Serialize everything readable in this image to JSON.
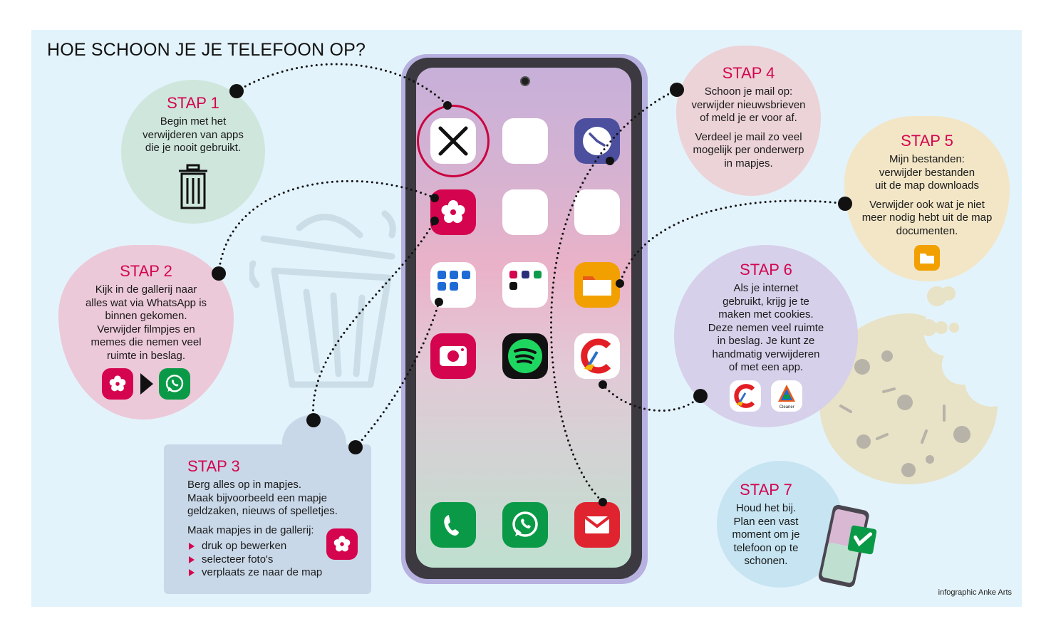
{
  "title": "HOE SCHOON JE JE TELEFOON OP?",
  "credit": "infographic Anke Arts",
  "colors": {
    "accent": "#d4044e",
    "background": "#e3f3fb",
    "step1": "#cfe6dc",
    "step2": "#ecc9d8",
    "step3": "#c9d8e8",
    "step4": "#ecd3d8",
    "step5": "#f2e6c6",
    "step6": "#d6d0ea",
    "step7": "#c6e4f2"
  },
  "steps": {
    "s1": {
      "label": "STAP 1",
      "lines": [
        "Begin met het",
        "verwijderen van apps",
        "die je nooit gebruikt."
      ],
      "icon": "trash-can-icon"
    },
    "s2": {
      "label": "STAP 2",
      "lines": [
        "Kijk in de gallerij naar",
        "alles wat via WhatsApp is",
        "binnen gekomen.",
        "Verwijder filmpjes en",
        "memes die nemen veel",
        "ruimte in beslag."
      ],
      "icons": [
        "gallery-icon",
        "arrow-right-icon",
        "whatsapp-icon"
      ]
    },
    "s3": {
      "label": "STAP 3",
      "lines": [
        "Berg alles op in mapjes.",
        "Maak bijvoorbeeld een mapje",
        "geldzaken, nieuws of spelletjes."
      ],
      "sub": "Maak mapjes in de gallerij:",
      "list": [
        "druk op bewerken",
        "selecteer foto's",
        "verplaats ze naar de map"
      ],
      "icon": "gallery-icon"
    },
    "s4": {
      "label": "STAP 4",
      "lines": [
        "Schoon je mail op:",
        "verwijder nieuwsbrieven",
        "of meld je er voor af."
      ],
      "lines2": [
        "Verdeel je mail zo veel",
        "mogelijk per onderwerp",
        "in mapjes."
      ]
    },
    "s5": {
      "label": "STAP 5",
      "lines": [
        "Mijn bestanden:",
        "verwijder bestanden",
        "uit de map downloads"
      ],
      "lines2": [
        "Verwijder ook wat je niet",
        "meer nodig hebt uit de map",
        "documenten."
      ],
      "icon": "folder-icon"
    },
    "s6": {
      "label": "STAP 6",
      "lines": [
        "Als je internet",
        "gebruikt, krijg je te",
        "maken met cookies.",
        "Deze nemen veel ruimte",
        "in beslag. Je kunt ze",
        "handmatig verwijderen",
        "of met een app."
      ],
      "icons": [
        "ccleaner-icon",
        "avg-cleaner-icon"
      ],
      "avg_label": "Cleaner"
    },
    "s7": {
      "label": "STAP 7",
      "lines": [
        "Houd het bij.",
        "Plan een vast",
        "moment om je",
        "telefoon op te",
        "schonen."
      ],
      "icon": "phone-check-icon"
    }
  },
  "phone_apps": [
    "delete-app-icon",
    "blank-app-icon",
    "clock-app-icon",
    "gallery-app-icon",
    "blank-app-icon",
    "blank-app-icon",
    "folder-apps-icon",
    "folder-apps-icon",
    "files-app-icon",
    "camera-app-icon",
    "spotify-app-icon",
    "ccleaner-app-icon",
    "phone-app-icon",
    "whatsapp-app-icon",
    "mail-app-icon"
  ]
}
